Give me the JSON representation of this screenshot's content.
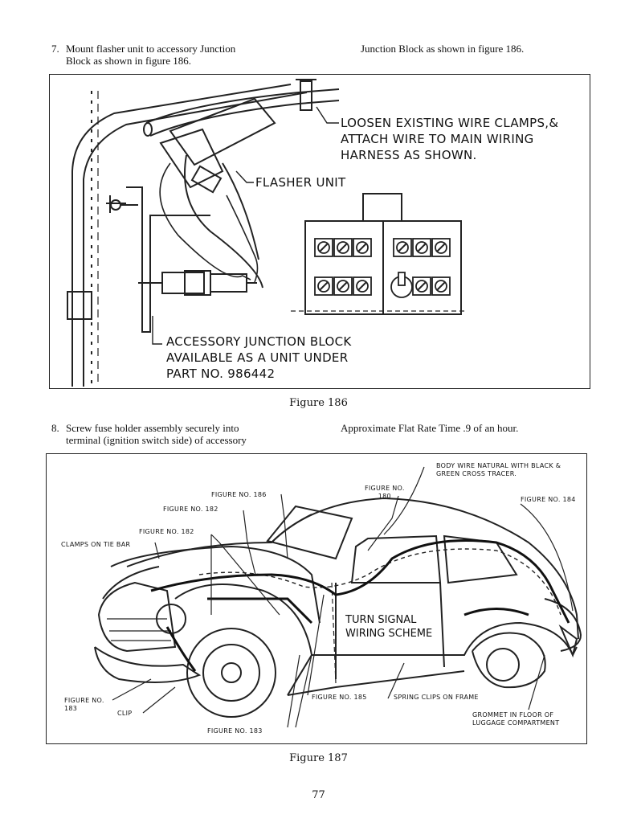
{
  "step7": {
    "number": "7.",
    "line1": "Mount flasher unit to accessory Junction",
    "line2": "Block as shown in figure 186.",
    "right": "Junction Block as shown in figure 186."
  },
  "figure186": {
    "caption": "Figure 186",
    "labels": {
      "loosen": [
        "LOOSEN EXISTING WIRE CLAMPS,&",
        "ATTACH WIRE TO MAIN WIRING",
        "HARNESS AS SHOWN."
      ],
      "flasher": "FLASHER UNIT",
      "accessory": [
        "ACCESSORY JUNCTION BLOCK",
        "AVAILABLE AS A UNIT UNDER",
        "PART NO. 986442"
      ]
    }
  },
  "step8": {
    "number": "8.",
    "line1": "Screw fuse holder assembly securely into",
    "line2": "terminal (ignition switch side) of accessory",
    "right": "Approximate Flat Rate Time .9 of an hour."
  },
  "figure187": {
    "caption": "Figure 187",
    "labels": {
      "body_wire": [
        "BODY WIRE NATURAL WITH BLACK &",
        "GREEN CROSS TRACER."
      ],
      "fig180": [
        "FIGURE NO.",
        "180"
      ],
      "fig184": "FIGURE NO. 184",
      "fig186": "FIGURE NO. 186",
      "fig182a": "FIGURE NO. 182",
      "fig182b": "FIGURE NO. 182",
      "clamps": "CLAMPS ON TIE BAR",
      "turn_signal": [
        "TURN SIGNAL",
        "WIRING SCHEME"
      ],
      "fig183a": [
        "FIGURE NO.",
        "183"
      ],
      "clip": "CLIP",
      "fig185": "FIGURE NO. 185",
      "spring": "SPRING CLIPS ON FRAME",
      "grommet": [
        "GROMMET IN FLOOR OF",
        "LUGGAGE COMPARTMENT"
      ],
      "fig183b": "FIGURE NO. 183"
    }
  },
  "page_number": "77"
}
